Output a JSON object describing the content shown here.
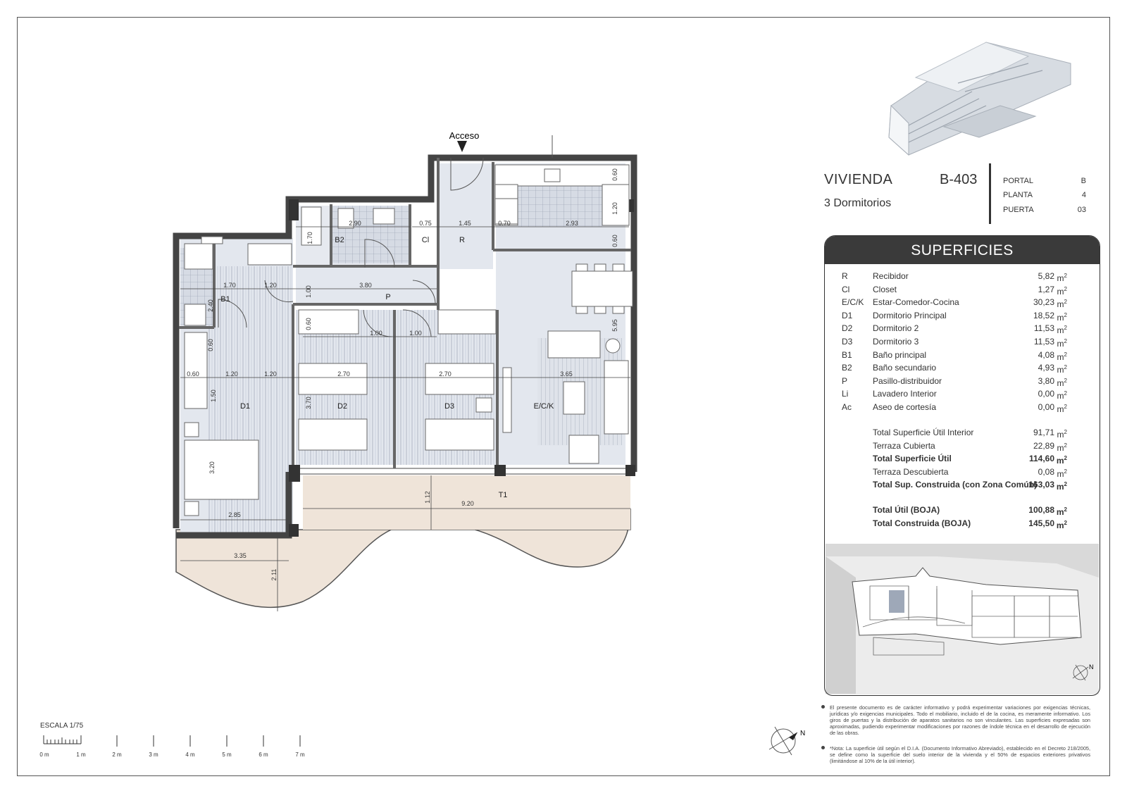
{
  "header": {
    "vivienda_label": "VIVIENDA",
    "code": "B-403",
    "dormitorios": "3 Dormitorios",
    "meta": [
      {
        "label": "PORTAL",
        "value": "B"
      },
      {
        "label": "PLANTA",
        "value": "4"
      },
      {
        "label": "PUERTA",
        "value": "03"
      }
    ]
  },
  "superficies": {
    "title": "SUPERFICIES",
    "unit": "m",
    "unit_exp": "2",
    "rows": [
      {
        "code": "R",
        "name": "Recibidor",
        "area": "5,82"
      },
      {
        "code": "Cl",
        "name": "Closet",
        "area": "1,27"
      },
      {
        "code": "E/C/K",
        "name": "Estar-Comedor-Cocina",
        "area": "30,23"
      },
      {
        "code": "D1",
        "name": "Dormitorio Principal",
        "area": "18,52"
      },
      {
        "code": "D2",
        "name": "Dormitorio 2",
        "area": "11,53"
      },
      {
        "code": "D3",
        "name": "Dormitorio 3",
        "area": "11,53"
      },
      {
        "code": "B1",
        "name": "Baño principal",
        "area": "4,08"
      },
      {
        "code": "B2",
        "name": "Baño secundario",
        "area": "4,93"
      },
      {
        "code": "P",
        "name": "Pasillo-distribuidor",
        "area": "3,80"
      },
      {
        "code": "Li",
        "name": "Lavadero Interior",
        "area": "0,00"
      },
      {
        "code": "Ac",
        "name": "Aseo de cortesía",
        "area": "0,00"
      }
    ],
    "totals": [
      {
        "name": "Total Superficie Útil Interior",
        "area": "91,71",
        "bold": false
      },
      {
        "name": "Terraza Cubierta",
        "area": "22,89",
        "bold": false
      },
      {
        "name": "Total Superficie Útil",
        "area": "114,60",
        "bold": true
      },
      {
        "name": "Terraza Descubierta",
        "area": "0,08",
        "bold": false
      },
      {
        "name": "Total Sup. Construida (con Zona Común)",
        "area": "163,03",
        "bold": true
      }
    ],
    "boja": [
      {
        "name": "Total Útil (BOJA)",
        "area": "100,88"
      },
      {
        "name": "Total Construida (BOJA)",
        "area": "145,50"
      }
    ]
  },
  "notes": [
    "El presente documento es de carácter informativo y podrá experimentar variaciones por exigencias técnicas, jurídicas y/o exigencias municipales. Todo el mobiliario, incluido el de la cocina, es meramente informativo. Los giros de puertas y la distribución de aparatos sanitarios no son vinculantes. Las superficies expresadas son aproximadas, pudiendo experimentar modificaciones por razones de índole técnica en el desarrollo de ejecución de las obras.",
    "*Nota: La superficie útil según el D.I.A. (Documento Informativo Abreviado), establecido en el Decreto 218/2005, se define como la superficie del suelo interior de la vivienda y el 50% de espacios exteriores privativos (limitándose al 10% de la útil interior)."
  ],
  "plan": {
    "access_label": "Acceso",
    "north": "N",
    "rooms": [
      {
        "id": "B2",
        "label": "B2"
      },
      {
        "id": "Cl",
        "label": "Cl"
      },
      {
        "id": "R",
        "label": "R"
      },
      {
        "id": "B1",
        "label": "B1"
      },
      {
        "id": "P",
        "label": "P"
      },
      {
        "id": "D1",
        "label": "D1"
      },
      {
        "id": "D2",
        "label": "D2"
      },
      {
        "id": "D3",
        "label": "D3"
      },
      {
        "id": "ECK",
        "label": "E/C/K"
      },
      {
        "id": "T1",
        "label": "T1"
      }
    ],
    "dims": [
      "2.90",
      "0.75",
      "1.45",
      "0.70",
      "2.93",
      "0.60",
      "1.20",
      "0.60",
      "1.70",
      "1.70",
      "1.20",
      "3.80",
      "1.00",
      "2.40",
      "0.60",
      "1.00",
      "1.00",
      "5.95",
      "0.60",
      "0.60",
      "1.20",
      "1.20",
      "2.70",
      "2.70",
      "3.65",
      "1.50",
      "3.70",
      "3.20",
      "2.85",
      "1.12",
      "9.20",
      "3.35",
      "2.11"
    ]
  },
  "scale": {
    "label": "ESCALA 1/75",
    "ticks": [
      "0 m",
      "1 m",
      "2 m",
      "3 m",
      "4 m",
      "5 m",
      "6 m",
      "7 m"
    ]
  }
}
